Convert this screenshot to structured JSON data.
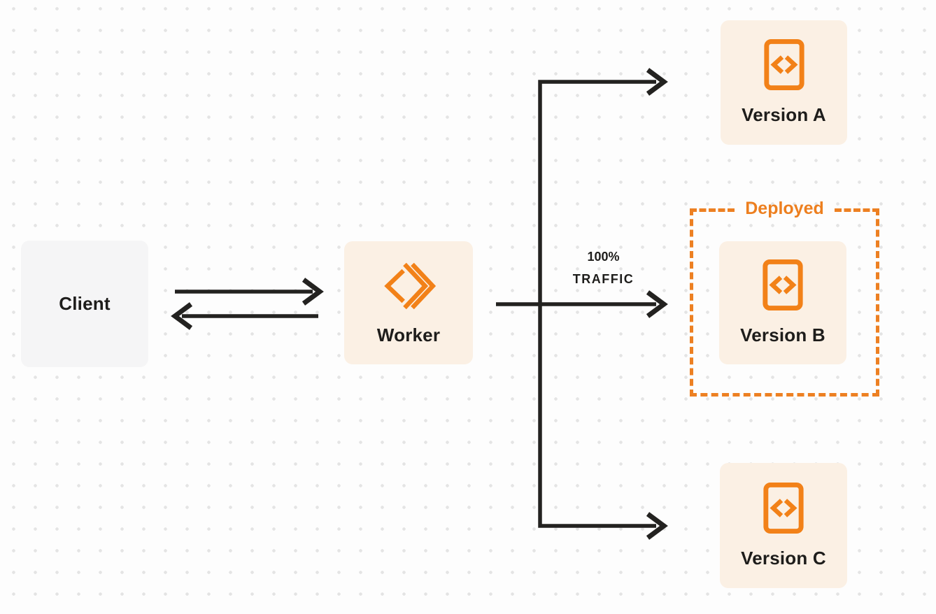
{
  "colors": {
    "accent_orange": "#f28118",
    "group_border_orange": "#ed8022",
    "node_cream": "#fbf0e4",
    "client_gray": "#f5f5f6",
    "line_dark": "#232220",
    "text_dark": "#1e1d1b",
    "background": "#fdfdfd",
    "dot_gray": "#e4e4e4"
  },
  "nodes": {
    "client": {
      "label": "Client"
    },
    "worker": {
      "label": "Worker",
      "icon": "cloudflare-workers-logo"
    },
    "version_a": {
      "label": "Version A",
      "icon": "code-file"
    },
    "version_b": {
      "label": "Version B",
      "icon": "code-file"
    },
    "version_c": {
      "label": "Version C",
      "icon": "code-file"
    }
  },
  "group": {
    "label": "Deployed",
    "contains": "version_b"
  },
  "edges": {
    "client_worker": {
      "style": "bidirectional-arrows"
    },
    "worker_fanout": {
      "label_line1": "100%",
      "label_line2": "TRAFFIC",
      "targets": [
        "version_a",
        "version_b",
        "version_c"
      ]
    }
  }
}
